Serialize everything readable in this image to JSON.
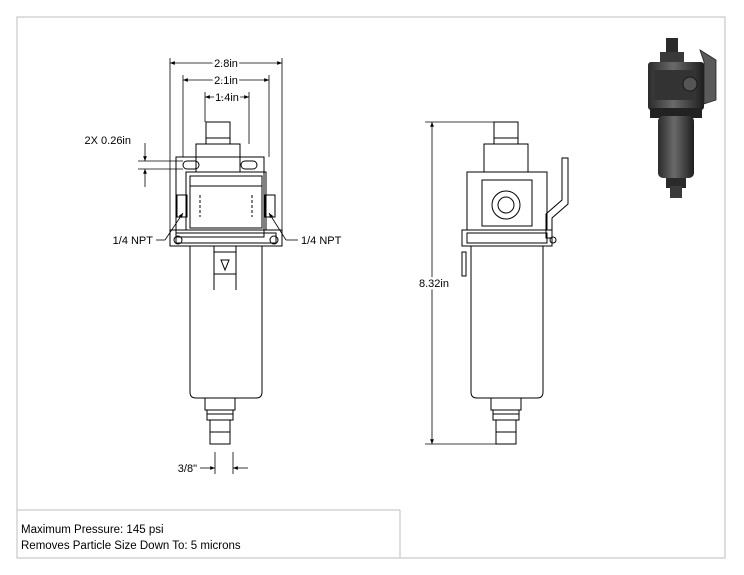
{
  "dimensions": {
    "width_total": "2.8in",
    "width_mid": "2.1in",
    "width_inner": "1.4in",
    "slot": "2X 0.26in",
    "port_left": "1/4 NPT",
    "port_right": "1/4 NPT",
    "outlet": "3/8\"",
    "height": "8.32in"
  },
  "notes": {
    "pressure": "Maximum Pressure: 145 psi",
    "particle": "Removes Particle Size Down To: 5 microns"
  }
}
